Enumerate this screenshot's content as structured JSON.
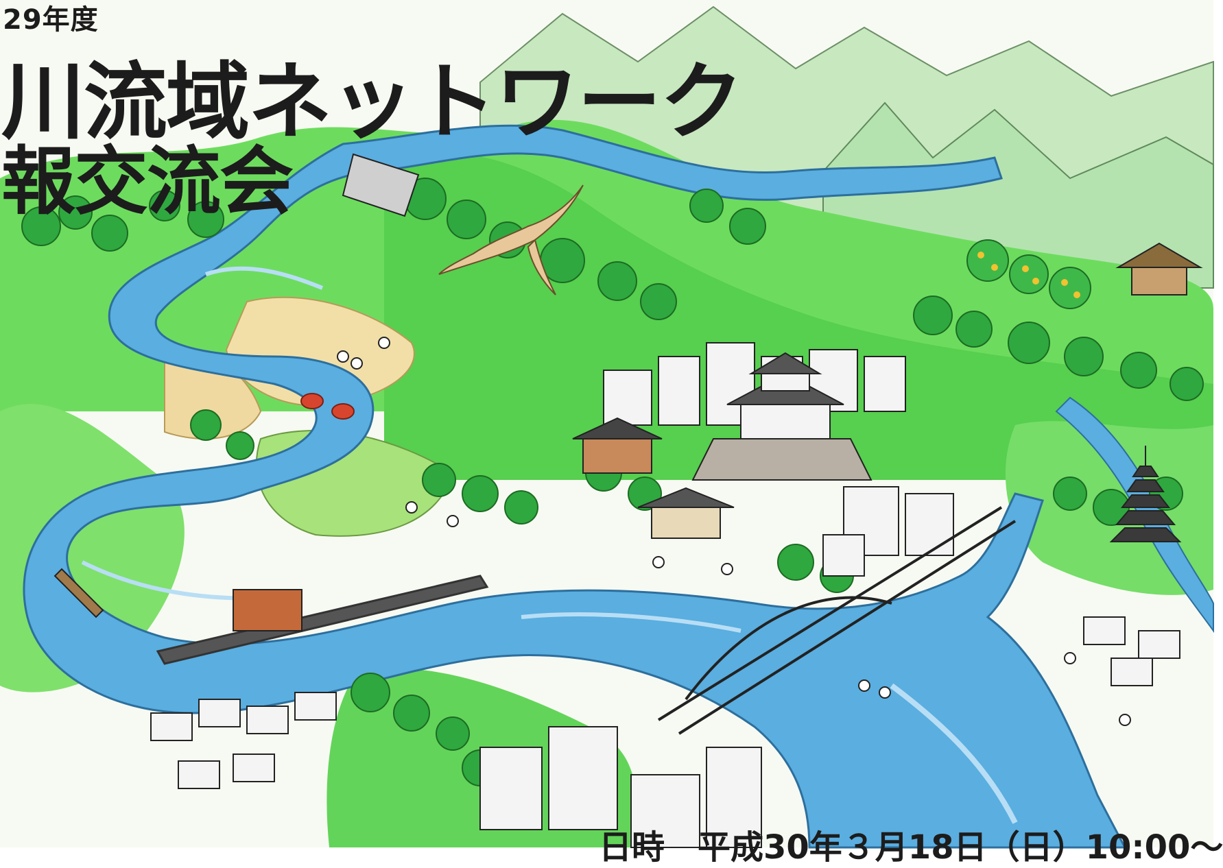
{
  "poster": {
    "fiscal_year": "29年度",
    "title_line1": "川流域ネットワーク",
    "title_line2": "報交流会",
    "date_line": "日時　平成30年３月18日（日）10:00～"
  },
  "colors": {
    "background": "#f7faf2",
    "forest": "#5cd65c",
    "forest_dark": "#2fa83f",
    "river": "#5aaee0",
    "river_light": "#b8def5",
    "mountain": "#c8e8c0",
    "sand": "#f2dfa8",
    "text": "#1c1c1c"
  }
}
